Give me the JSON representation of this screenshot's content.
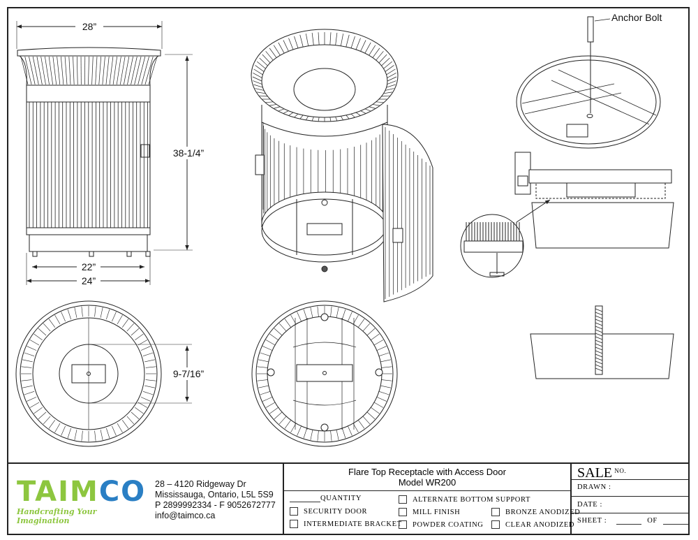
{
  "drawing": {
    "dimensions": {
      "top_width": "28”",
      "height": "38-1/4”",
      "foot_span": "22”",
      "base_width": "24”",
      "plate_size": "9-7/16”"
    },
    "callouts": {
      "anchor_bolt": "Anchor Bolt"
    }
  },
  "company": {
    "logo_part1": "TAIM",
    "logo_part2": "CO",
    "tagline": "Handcrafting Your Imagination",
    "address_line1": "28 – 4120 Ridgeway Dr",
    "address_line2": "Mississauga, Ontario, L5L 5S9",
    "phone_fax": "P 2899992334 - F 9052672777",
    "email": "info@taimco.ca",
    "colors": {
      "green": "#8dc63f",
      "blue": "#2a7fc4"
    }
  },
  "title_block": {
    "product": "Flare Top Receptacle with Access Door",
    "model": "Model WR200",
    "quantity_label": "QUANTITY",
    "options": {
      "security_door": "SECURITY DOOR",
      "intermediate_bracket": "INTERMEDIATE BRACKET",
      "alternate_bottom_support": "ALTERNATE BOTTOM SUPPORT",
      "mill_finish": "MILL FINISH",
      "powder_coating": "POWDER COATING",
      "bronze_anodized": "BRONZE ANODIZED",
      "clear_anodized": "CLEAR ANODIZED"
    },
    "sale_label": "SALE",
    "sale_no": "NO.",
    "drawn_label": "DRAWN :",
    "date_label": "DATE :",
    "sheet_label": "SHEET :",
    "of_label": "OF"
  }
}
